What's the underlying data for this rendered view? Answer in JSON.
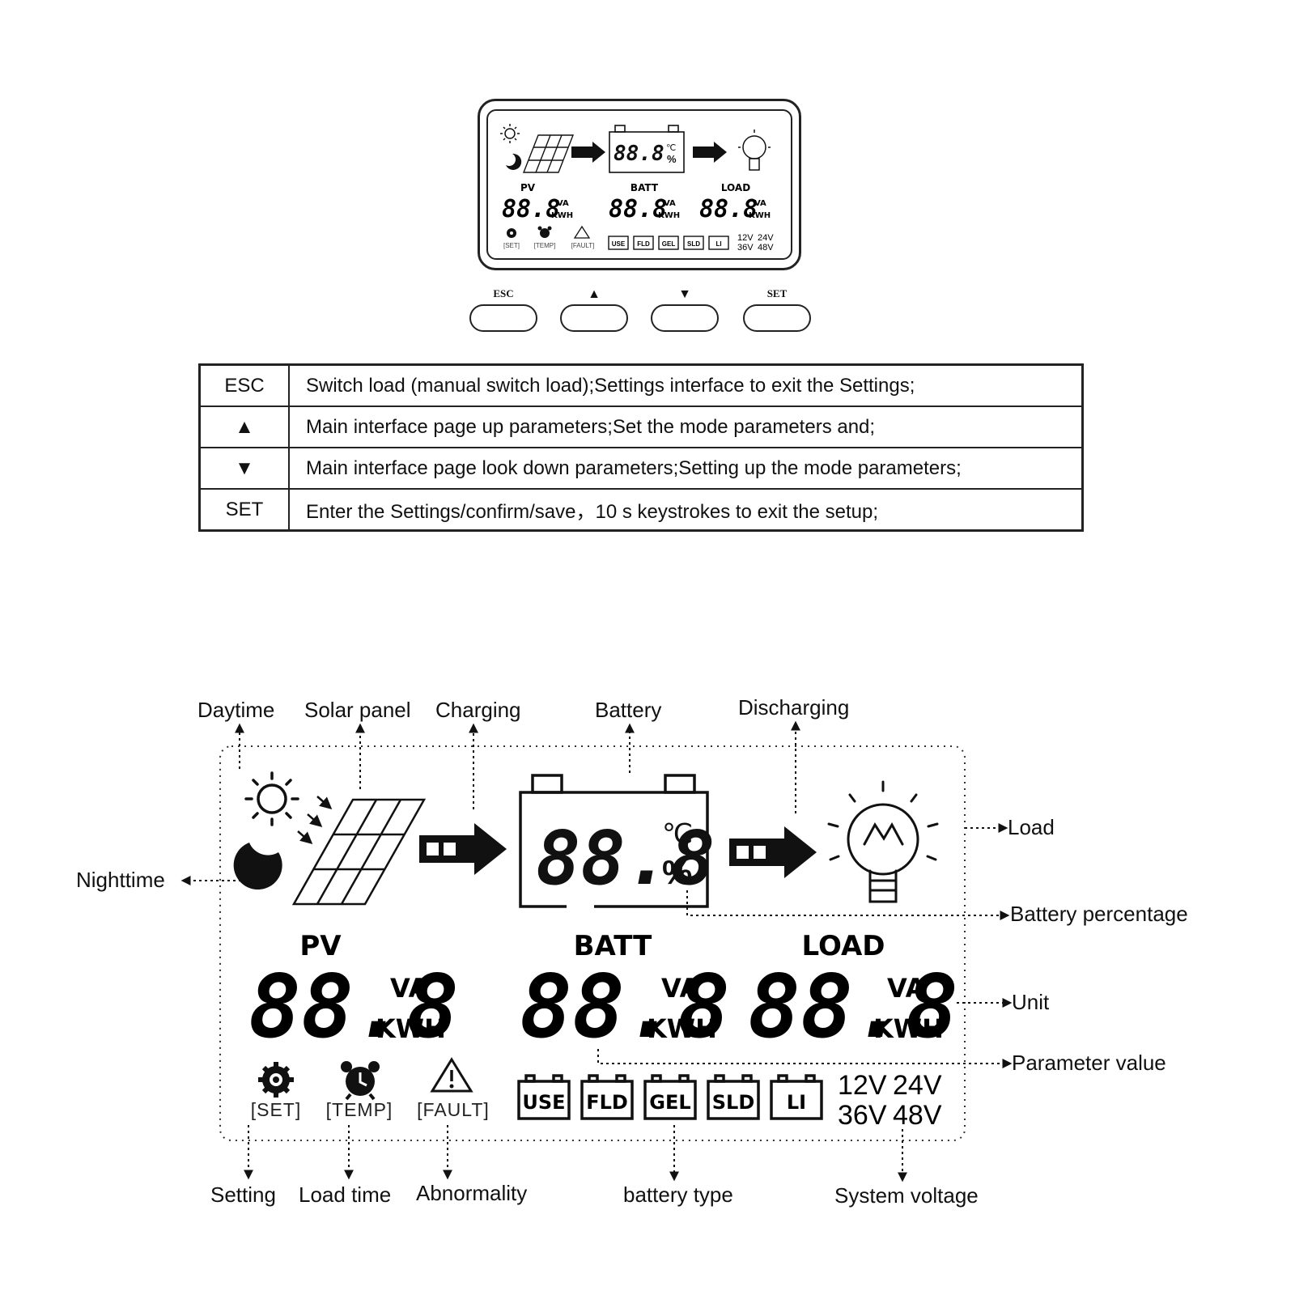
{
  "device": {
    "lcd": {
      "reading": "88.8",
      "temp_unit": "℃",
      "percent": "%",
      "sections": [
        "PV",
        "BATT",
        "LOAD"
      ],
      "unit_va": "VA",
      "unit_kwh": "KWH",
      "icons": [
        "[SET]",
        "[TEMP]",
        "[FAULT]"
      ],
      "battery_types": [
        "USE",
        "FLD",
        "GEL",
        "SLD",
        "LI"
      ],
      "voltages": [
        "12V",
        "24V",
        "36V",
        "48V"
      ]
    },
    "buttons": {
      "esc": "ESC",
      "up": "▲",
      "down": "▼",
      "set": "SET"
    }
  },
  "key_table": [
    {
      "key": "ESC",
      "description": "Switch load (manual switch load);Settings interface to exit the Settings;"
    },
    {
      "key": "▲",
      "description": "Main interface page up parameters;Set the mode parameters and;"
    },
    {
      "key": "▼",
      "description": "Main interface page look down parameters;Setting up the mode parameters;"
    },
    {
      "key": "SET",
      "description": "Enter the Settings/confirm/save，10 s keystrokes to exit the setup;"
    }
  ],
  "annotations": {
    "daytime": "Daytime",
    "solar_panel": "Solar panel",
    "charging": "Charging",
    "battery": "Battery",
    "discharging": "Discharging",
    "load": "Load",
    "nighttime": "Nighttime",
    "battery_percentage": "Battery percentage",
    "unit": "Unit",
    "parameter_value": "Parameter value",
    "setting": "Setting",
    "load_time": "Load time",
    "abnormality": "Abnormality",
    "battery_type": "battery type",
    "system_voltage": "System voltage"
  }
}
